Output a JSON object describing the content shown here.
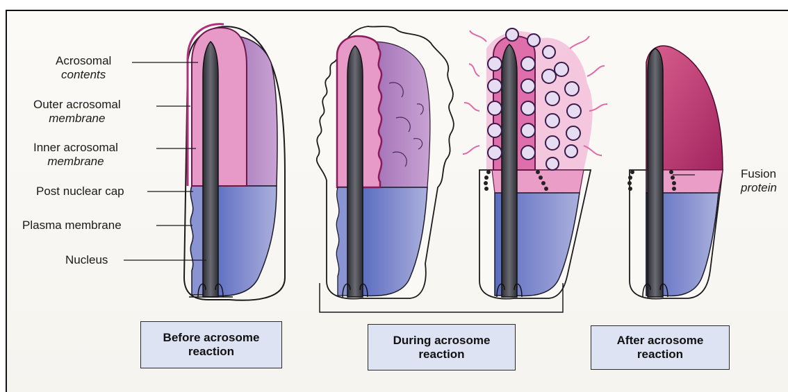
{
  "labels": {
    "acrosomal_contents": [
      "Acrosomal",
      "contents"
    ],
    "outer_acrosomal_membrane": [
      "Outer acrosomal",
      "membrane"
    ],
    "inner_acrosomal_membrane": [
      "Inner acrosomal",
      "membrane"
    ],
    "post_nuclear_cap": "Post nuclear cap",
    "plasma_membrane": "Plasma membrane",
    "nucleus": "Nucleus",
    "fusion_protein": [
      "Fusion",
      "protein"
    ]
  },
  "captions": {
    "before": "Before acrosome\nreaction",
    "during": "During acrosome\nreaction",
    "after": "After acrosome\nreaction"
  },
  "colors": {
    "acrosome_pink": "#e79ac8",
    "acrosome_purple": "#a774b8",
    "acrosome_deep": "#a3245f",
    "nucleus_blue": "#7c86c8",
    "nucleus_core": "#3f3f46",
    "caption_fill": "#dde3f2"
  }
}
